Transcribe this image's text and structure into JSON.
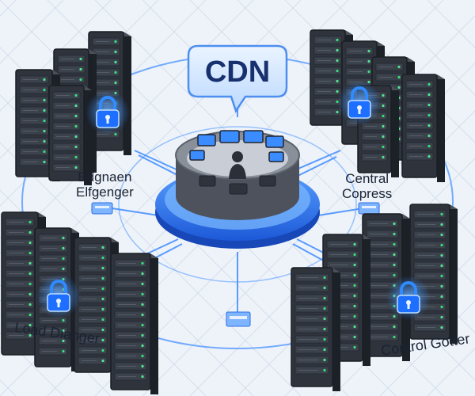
{
  "bubble": {
    "label": "CDN"
  },
  "nodes": {
    "edge": {
      "line1": "Edgnaen",
      "line2": "Elfgenger"
    },
    "central": {
      "line1": "Central",
      "line2": "Copress"
    },
    "load": {
      "label": "Load Dianger"
    },
    "control": {
      "label": "Control Gotter"
    }
  },
  "colors": {
    "background": "#eef3fa",
    "accent": "#1e6fff",
    "server_dark": "#2e333c",
    "lock_glow": "#2f8bff"
  },
  "icons": [
    "lock-icon",
    "server-rack-icon",
    "operator-icon",
    "network-switch-icon",
    "speech-bubble-icon"
  ]
}
